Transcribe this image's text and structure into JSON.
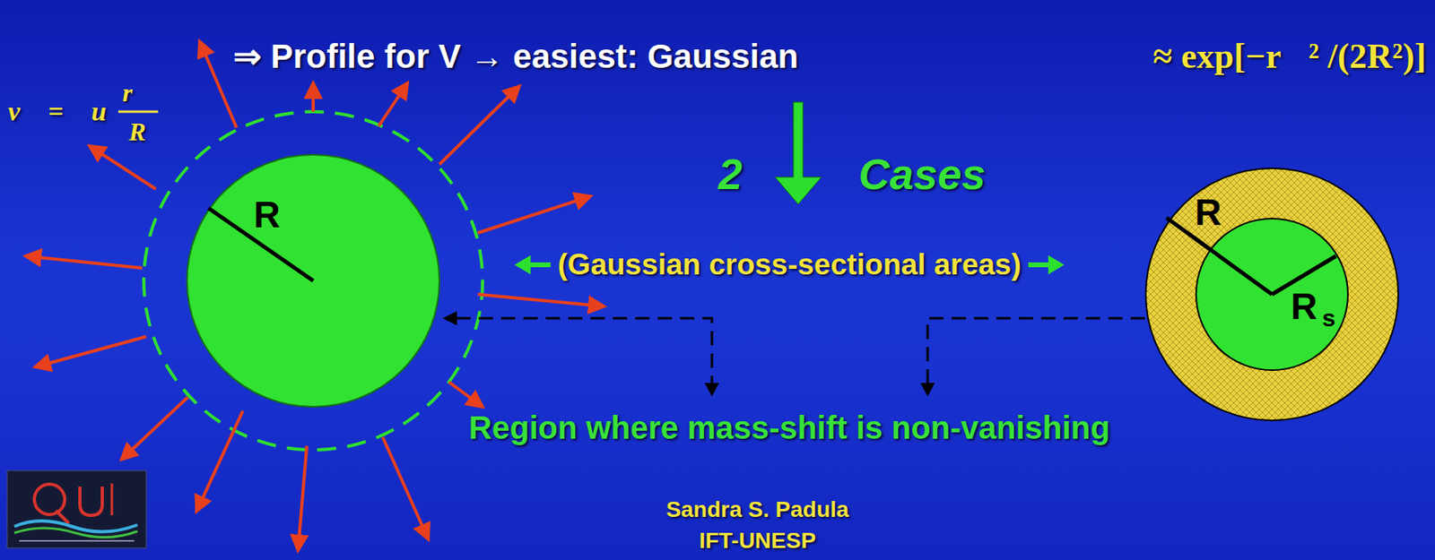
{
  "diagram": {
    "title": "⇒ Profile for V → easiest: Gaussian",
    "nodes": [
      {
        "text": [
          "R"
        ]
      },
      {
        "text": [
          "R"
        ]
      },
      {
        "text": [
          "R",
          "s"
        ],
        "in": 1
      }
    ],
    "labels": [
      "≈ exp[−r⃗² /(2R²)]",
      "v⃗ = ⟨u⟩",
      "r⃗",
      "R",
      "2",
      "Cases",
      "(Gaussian cross-sectional areas)",
      "Region where mass-shift is non-vanishing",
      "Sandra S. Padula",
      "IFT-UNESP"
    ]
  }
}
